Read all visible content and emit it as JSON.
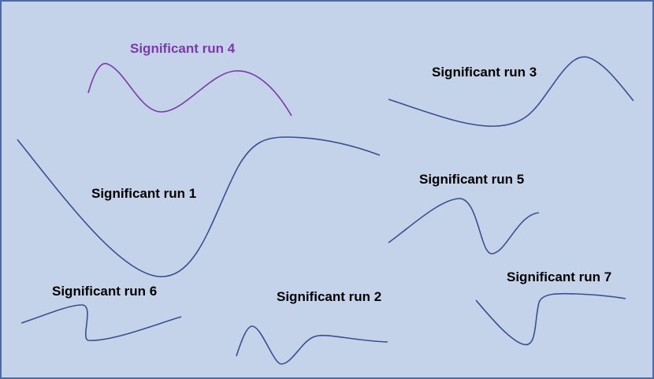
{
  "colors": {
    "background": "#c5d3ea",
    "border": "#4a6aa8",
    "curve_default": "#3a4f8f",
    "curve_highlight": "#7a3aa8",
    "label_default": "#000000",
    "label_highlight": "#7a3aa8"
  },
  "runs": [
    {
      "id": "run4",
      "label": "Significant run 4",
      "highlight": true
    },
    {
      "id": "run3",
      "label": "Significant run 3",
      "highlight": false
    },
    {
      "id": "run1",
      "label": "Significant run 1",
      "highlight": false
    },
    {
      "id": "run5",
      "label": "Significant run 5",
      "highlight": false
    },
    {
      "id": "run6",
      "label": "Significant run 6",
      "highlight": false
    },
    {
      "id": "run2",
      "label": "Significant run 2",
      "highlight": false
    },
    {
      "id": "run7",
      "label": "Significant run 7",
      "highlight": false
    }
  ]
}
